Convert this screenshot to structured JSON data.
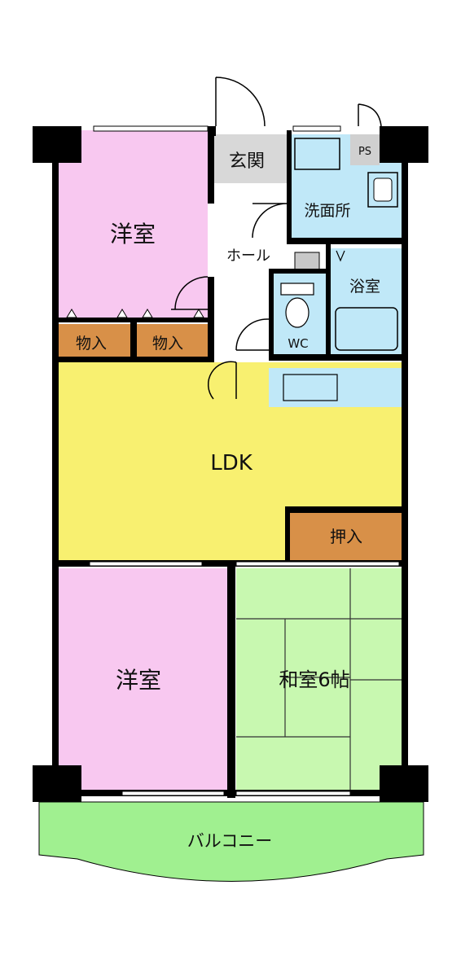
{
  "floorplan": {
    "rooms": {
      "western_room_top": "洋室",
      "storage_1": "物入",
      "storage_2": "物入",
      "entrance": "玄関",
      "pipe_space": "PS",
      "washroom": "洗面所",
      "hall": "ホール",
      "bathroom": "浴室",
      "toilet": "WC",
      "ldk": "LDK",
      "closet": "押入",
      "western_room_bottom": "洋室",
      "japanese_room": "和室6帖",
      "balcony": "バルコニー"
    },
    "colors": {
      "western_room": "#f8c8f0",
      "ldk": "#f8f070",
      "japanese_room": "#c8f8b0",
      "balcony": "#a0f090",
      "storage": "#d89048",
      "wet_area": "#c0e8f8",
      "entrance": "#d8d8d8",
      "wall": "#000000",
      "window": "#e8e8e8"
    }
  }
}
